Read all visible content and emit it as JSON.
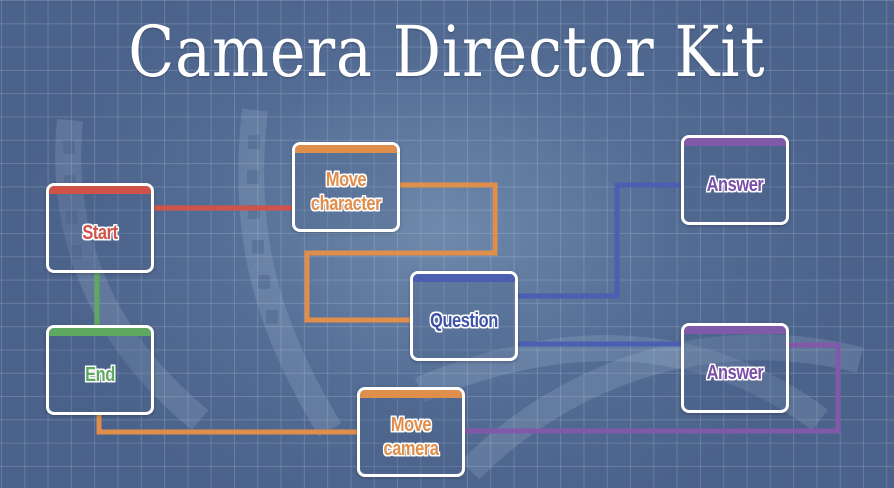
{
  "title": "Camera Director Kit",
  "colors": {
    "background": "#4b628a",
    "grid": "#c8d7eb",
    "red": "#d0534a",
    "orange": "#e08e4c",
    "blue": "#4a5fb0",
    "purple": "#8059a8",
    "green": "#5fa860",
    "node_border": "#ffffff"
  },
  "nodes": [
    {
      "id": "start",
      "label": "Start",
      "color": "red"
    },
    {
      "id": "end",
      "label": "End",
      "color": "green"
    },
    {
      "id": "move-character",
      "label": "Move\ncharacter",
      "line1": "Move",
      "line2": "character",
      "color": "orange"
    },
    {
      "id": "question",
      "label": "Question",
      "color": "blue"
    },
    {
      "id": "answer-1",
      "label": "Answer",
      "color": "purple"
    },
    {
      "id": "answer-2",
      "label": "Answer",
      "color": "purple"
    },
    {
      "id": "move-camera",
      "label": "Move\ncamera",
      "line1": "Move",
      "line2": "camera",
      "color": "orange"
    }
  ],
  "edges": [
    {
      "from": "start",
      "to": "move-character",
      "color": "red"
    },
    {
      "from": "start",
      "to": "end",
      "color": "green"
    },
    {
      "from": "move-character",
      "to": "question",
      "color": "orange"
    },
    {
      "from": "question",
      "to": "answer-1",
      "color": "blue"
    },
    {
      "from": "question",
      "to": "answer-2",
      "color": "blue"
    },
    {
      "from": "end",
      "to": "move-camera",
      "color": "orange"
    },
    {
      "from": "answer-2",
      "to": "move-camera",
      "color": "purple"
    }
  ]
}
